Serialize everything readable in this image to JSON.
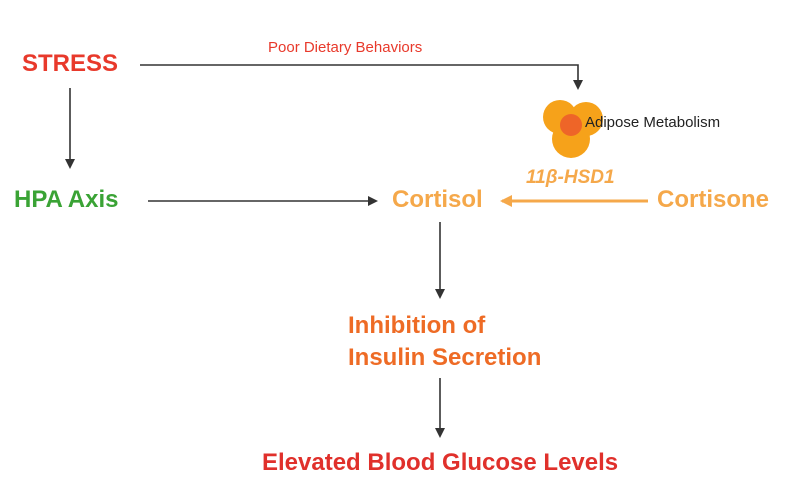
{
  "nodes": {
    "stress": "STRESS",
    "hpa_axis": "HPA Axis",
    "cortisol": "Cortisol",
    "cortisone": "Cortisone",
    "inhibition_line1": "Inhibition of",
    "inhibition_line2": "Insulin Secretion",
    "elevated": "Elevated Blood Glucose Levels",
    "adipose": "Adipose Metabolism"
  },
  "edge_labels": {
    "dietary": "Poor Dietary Behaviors",
    "enzyme": "11β-HSD1"
  },
  "colors": {
    "red": "#e8392b",
    "green": "#3aa335",
    "light_orange": "#f5a84a",
    "dark_orange": "#ee6b25",
    "dark_red": "#e0302b",
    "arrow": "#333333",
    "adipose_fill": "#f6a21a",
    "adipose_overlap": "#ec5a2c"
  },
  "icons": {
    "adipose": "adipose-cluster-icon"
  }
}
